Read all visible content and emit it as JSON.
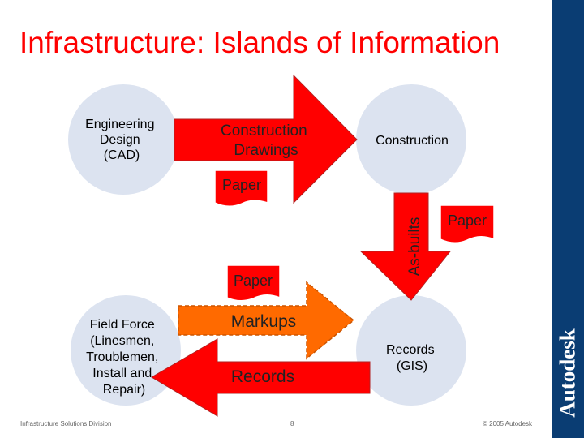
{
  "title": "Infrastructure: Islands of Information",
  "brand": {
    "logo_text": "Autodesk",
    "sidebar_color": "#0a3d73"
  },
  "colors": {
    "title": "#ff0000",
    "arrow_red": "#ff0000",
    "arrow_orange": "#ff6a00",
    "node_fill": "#dce3f0"
  },
  "nodes": {
    "engineering": {
      "lines": [
        "Engineering",
        "Design",
        "(CAD)"
      ]
    },
    "construction": {
      "lines": [
        "Construction"
      ]
    },
    "field_force": {
      "lines": [
        "Field Force",
        "(Linesmen,",
        "Troublemen,",
        "Install and",
        "Repair)"
      ]
    },
    "records_gis": {
      "lines": [
        "Records",
        "(GIS)"
      ]
    }
  },
  "arrows": {
    "construction_drawings": {
      "lines": [
        "Construction",
        "Drawings"
      ]
    },
    "as_builts": {
      "label": "As-builts"
    },
    "markups": {
      "label": "Markups"
    },
    "records": {
      "label": "Records"
    }
  },
  "documents": {
    "paper_top": {
      "label": "Paper"
    },
    "paper_right": {
      "label": "Paper"
    },
    "paper_middle": {
      "label": "Paper"
    }
  },
  "footer": {
    "division": "Infrastructure Solutions Division",
    "page": "8",
    "copyright": "© 2005 Autodesk"
  }
}
